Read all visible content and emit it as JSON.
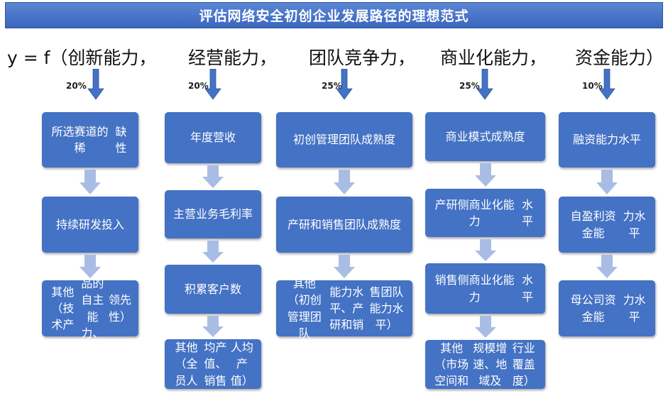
{
  "title": "评估网络安全初创企业发展路径的理想范式",
  "formula": {
    "prefix": "y = f（创新能力，",
    "terms": [
      "经营能力，",
      "团队竞争力，",
      "商业化能力，",
      "资金能力）"
    ]
  },
  "colors": {
    "box": "#4472c4",
    "arrow": "#a9bde4",
    "weight_arrow": "#4472c4"
  },
  "columns": [
    {
      "weight": "20%",
      "items": [
        "所选赛道的稀缺性",
        "持续研发投入",
        "其他（技术产品的自主能力、领先性）"
      ]
    },
    {
      "weight": "20%",
      "items": [
        "年度营收",
        "主营业务毛利率",
        "积累客户数",
        "其他（全员人均产值、销售人均产值）"
      ]
    },
    {
      "weight": "25%",
      "items": [
        "初创管理团队成熟度",
        "产研和销售团队成熟度",
        "其他（初创管理团队能力水平、产研和销售团队能力水平）"
      ]
    },
    {
      "weight": "25%",
      "items": [
        "商业模式成熟度",
        "产研侧商业化能力水平",
        "销售侧商业化能力水平",
        "其他（市场空间和规模增速、地域及行业覆盖度）"
      ]
    },
    {
      "weight": "10%",
      "items": [
        "融资能力水平",
        "自盈利资金能力水平",
        "母公司资金能力水平"
      ]
    }
  ]
}
